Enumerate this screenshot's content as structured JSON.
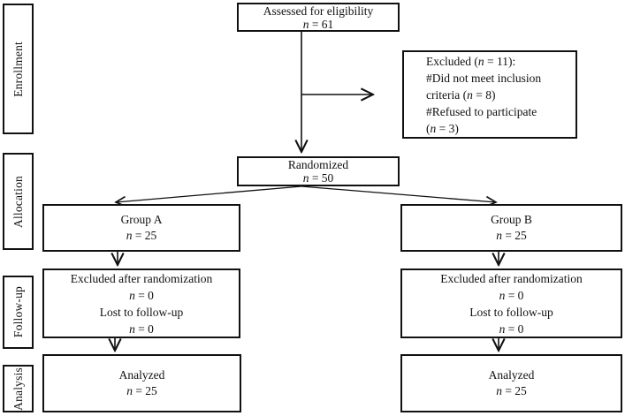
{
  "stages": {
    "enrollment": {
      "label": "Enrollment"
    },
    "allocation": {
      "label": "Allocation"
    },
    "followup": {
      "label": "Follow-up"
    },
    "analysis": {
      "label": "Analysis"
    }
  },
  "nodes": {
    "assessed": {
      "title": "Assessed for eligibility",
      "n": "n",
      "count": " = 61"
    },
    "excluded": {
      "l1_pre": "Excluded (",
      "l1_n": "n",
      "l1_post": " = 11):",
      "l2": "#Did not meet inclusion",
      "l3_pre": "criteria (",
      "l3_n": "n",
      "l3_post": " = 8)",
      "l4": "#Refused to participate",
      "l5_pre": "(",
      "l5_n": "n",
      "l5_post": " = 3)"
    },
    "randomized": {
      "title": "Randomized",
      "n": "n",
      "count": " = 50"
    },
    "group_a": {
      "title": "Group A",
      "n": "n",
      "count": " = 25"
    },
    "group_b": {
      "title": "Group B",
      "n": "n",
      "count": " = 25"
    },
    "followup_a": {
      "l1": "Excluded after randomization",
      "n1": "n",
      "c1": " = 0",
      "l2": "Lost to follow-up",
      "n2": "n",
      "c2": " = 0"
    },
    "followup_b": {
      "l1": "Excluded after randomization",
      "n1": "n",
      "c1": " = 0",
      "l2": "Lost to follow-up",
      "n2": "n",
      "c2": " = 0"
    },
    "analyzed_a": {
      "title": "Analyzed",
      "n": "n",
      "count": " = 25"
    },
    "analyzed_b": {
      "title": "Analyzed",
      "n": "n",
      "count": " = 25"
    }
  },
  "colors": {
    "line": "#111111",
    "background": "#ffffff",
    "text": "#111111"
  }
}
